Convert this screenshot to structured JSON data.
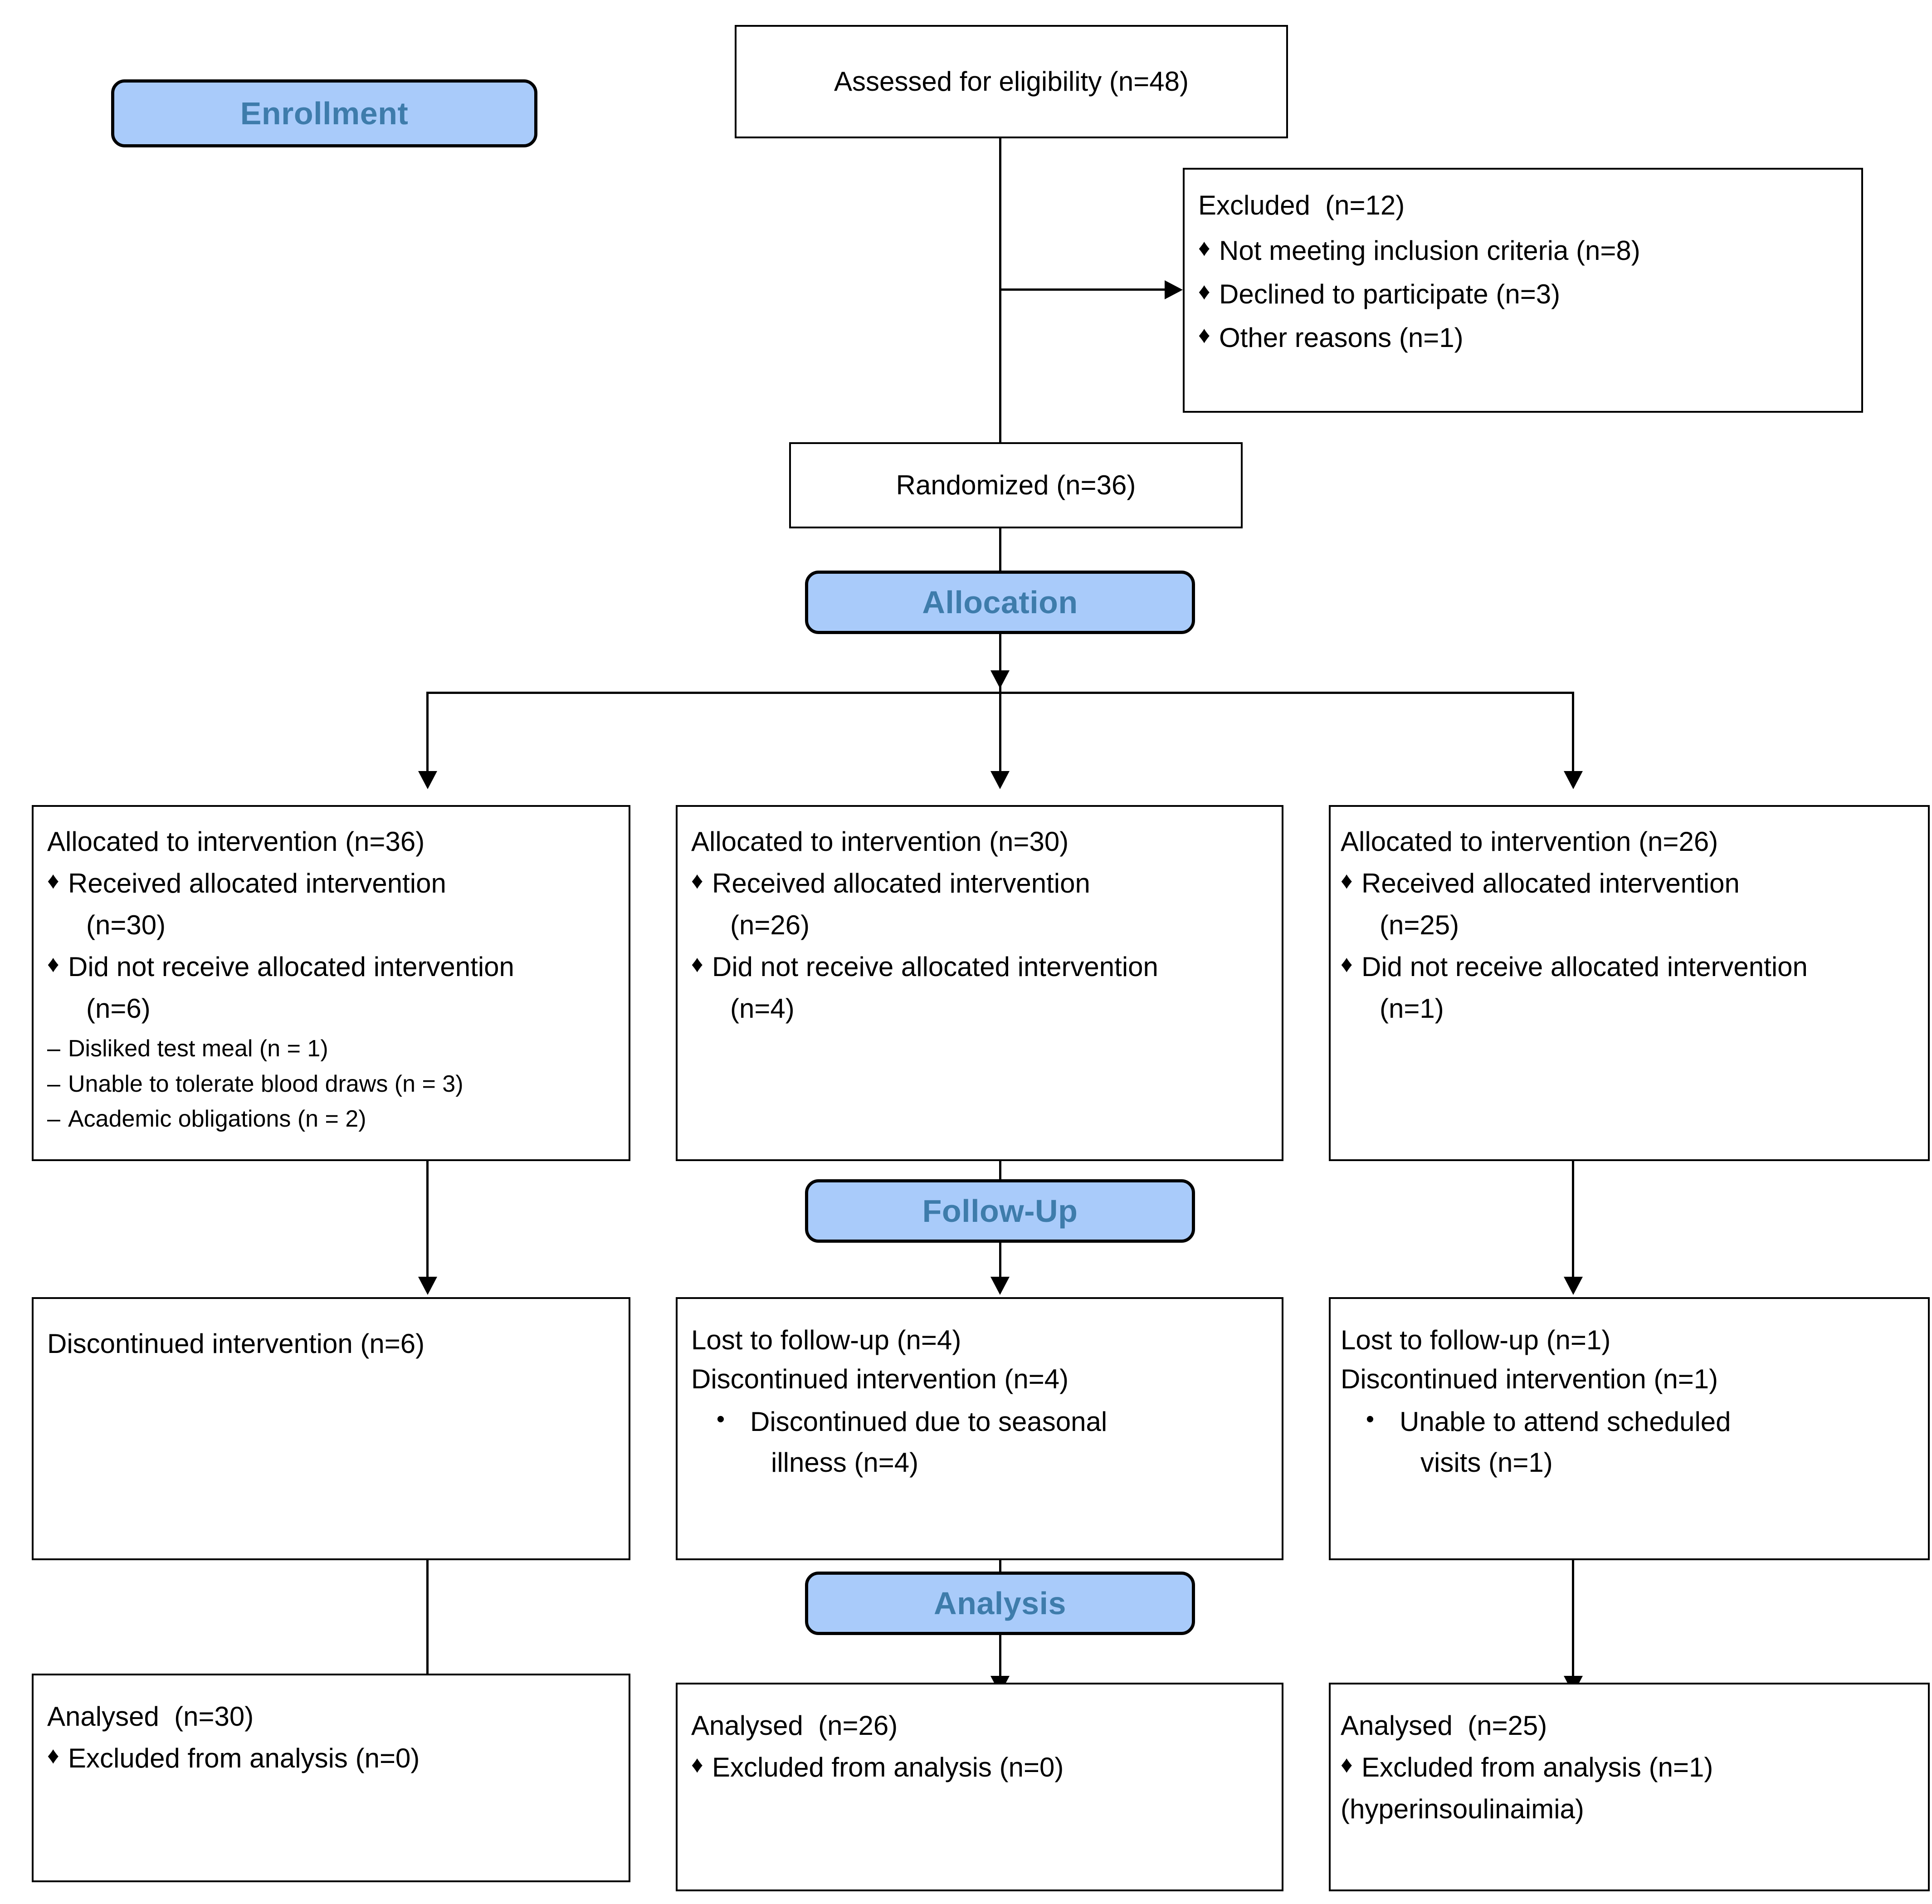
{
  "diagram": {
    "title": "CONSORT participant flow diagram",
    "accent_pill_fill": "#a9cbfa",
    "accent_pill_text": "#3e7cab",
    "box_border": "#000000",
    "background": "#ffffff"
  },
  "stages": {
    "enrollment": "Enrollment",
    "allocation": "Allocation",
    "followup": "Follow-Up",
    "analysis": "Analysis"
  },
  "enrollment": {
    "assessed": "Assessed for eligibility (n=48)",
    "excluded_title": "Excluded  (n=12)",
    "excluded_reasons": [
      "Not meeting inclusion criteria (n=8)",
      "Declined to participate (n=3)",
      "Other reasons (n=1)"
    ],
    "randomized": "Randomized (n=36)"
  },
  "allocation_boxes": [
    {
      "title": "Allocated to intervention (n=36)",
      "received_label": "Received allocated intervention",
      "received_n": "(n=30)",
      "not_received_label": "Did not receive allocated intervention",
      "not_received_n": "(n=6)",
      "reasons": [
        "Disliked test meal (n = 1)",
        "Unable to tolerate blood draws (n = 3)",
        "Academic obligations (n = 2)"
      ]
    },
    {
      "title": "Allocated to intervention (n=30)",
      "received_label": "Received allocated intervention",
      "received_n": "(n=26)",
      "not_received_label": "Did not receive allocated intervention",
      "not_received_n": "(n=4)",
      "reasons": []
    },
    {
      "title": "Allocated to intervention (n=26)",
      "received_label": "Received allocated intervention",
      "received_n": "(n=25)",
      "not_received_label": "Did not receive allocated intervention",
      "not_received_n": "(n=1)",
      "reasons": []
    }
  ],
  "followup_boxes": [
    {
      "lost": "",
      "discontinued": "Discontinued intervention (n=6)",
      "detail_1": "",
      "detail_2": ""
    },
    {
      "lost": "Lost to follow-up (n=4)",
      "discontinued": "Discontinued intervention (n=4)",
      "detail_1": "Discontinued due to seasonal",
      "detail_2": "illness (n=4)"
    },
    {
      "lost": "Lost to follow-up (n=1)",
      "discontinued": "Discontinued intervention (n=1)",
      "detail_1": "Unable to attend scheduled",
      "detail_2": "visits (n=1)"
    }
  ],
  "analysis_boxes": [
    {
      "analysed": "Analysed  (n=30)",
      "excluded": "Excluded from analysis (n=0)",
      "note": ""
    },
    {
      "analysed": "Analysed  (n=26)",
      "excluded": "Excluded from analysis (n=0)",
      "note": ""
    },
    {
      "analysed": "Analysed  (n=25)",
      "excluded": "Excluded from analysis (n=1)",
      "note": "(hyperinsoulinaimia)"
    }
  ],
  "glyphs": {
    "diamond": "♦",
    "dash": "–",
    "dot": "•"
  }
}
